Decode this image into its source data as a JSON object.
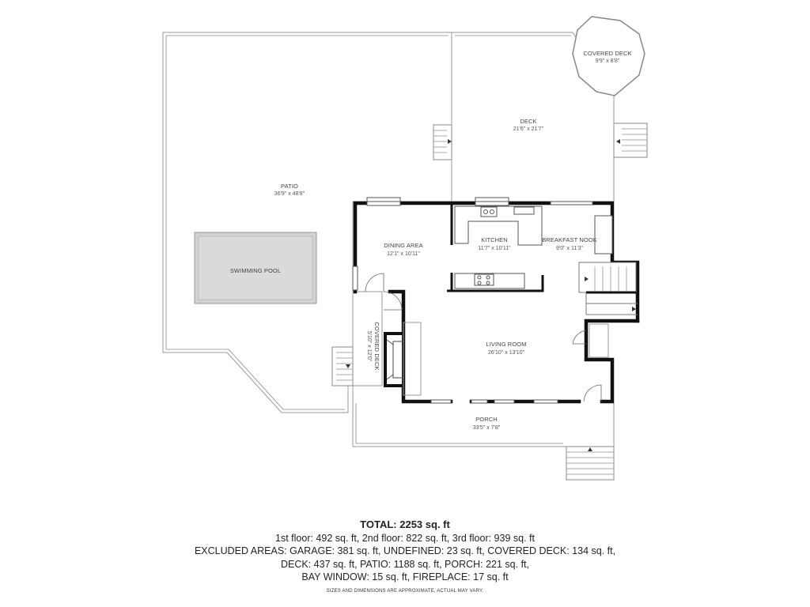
{
  "rooms": {
    "patio": {
      "name": "PATIO",
      "dims": "36'9\" x 48'8\""
    },
    "swimming_pool": {
      "name": "SWIMMING POOL"
    },
    "deck": {
      "name": "DECK",
      "dims": "21'6\" x 21'7\""
    },
    "covered_deck_top": {
      "name": "COVERED DECK",
      "dims": "9'9\" x 8'8\""
    },
    "dining_area": {
      "name": "DINING AREA",
      "dims": "12'1\" x 10'11\""
    },
    "kitchen": {
      "name": "KITCHEN",
      "dims": "11'7\" x 10'11\""
    },
    "breakfast_nook": {
      "name": "BREAKFAST NOOK",
      "dims": "9'0\" x 11'3\""
    },
    "covered_deck_side": {
      "name": "COVERED DECK",
      "dims": "5'10\" x 12'0\""
    },
    "living_room": {
      "name": "LIVING ROOM",
      "dims": "26'10\" x 13'10\""
    },
    "porch": {
      "name": "PORCH",
      "dims": "33'5\" x 7'8\""
    }
  },
  "summary": {
    "total": "TOTAL: 2253 sq. ft",
    "floors": "1st floor: 492 sq. ft, 2nd floor: 822 sq. ft, 3rd floor: 939 sq. ft",
    "excluded_1": "EXCLUDED AREAS: GARAGE: 381 sq. ft, UNDEFINED: 23 sq. ft, COVERED DECK: 134 sq. ft,",
    "excluded_2": "DECK: 437 sq. ft, PATIO: 1188 sq. ft, PORCH: 221 sq. ft,",
    "excluded_3": "BAY WINDOW: 15 sq. ft, FIREPLACE: 17 sq. ft",
    "disclaimer": "SIZES AND DIMENSIONS ARE APPROXIMATE, ACTUAL MAY VARY."
  }
}
